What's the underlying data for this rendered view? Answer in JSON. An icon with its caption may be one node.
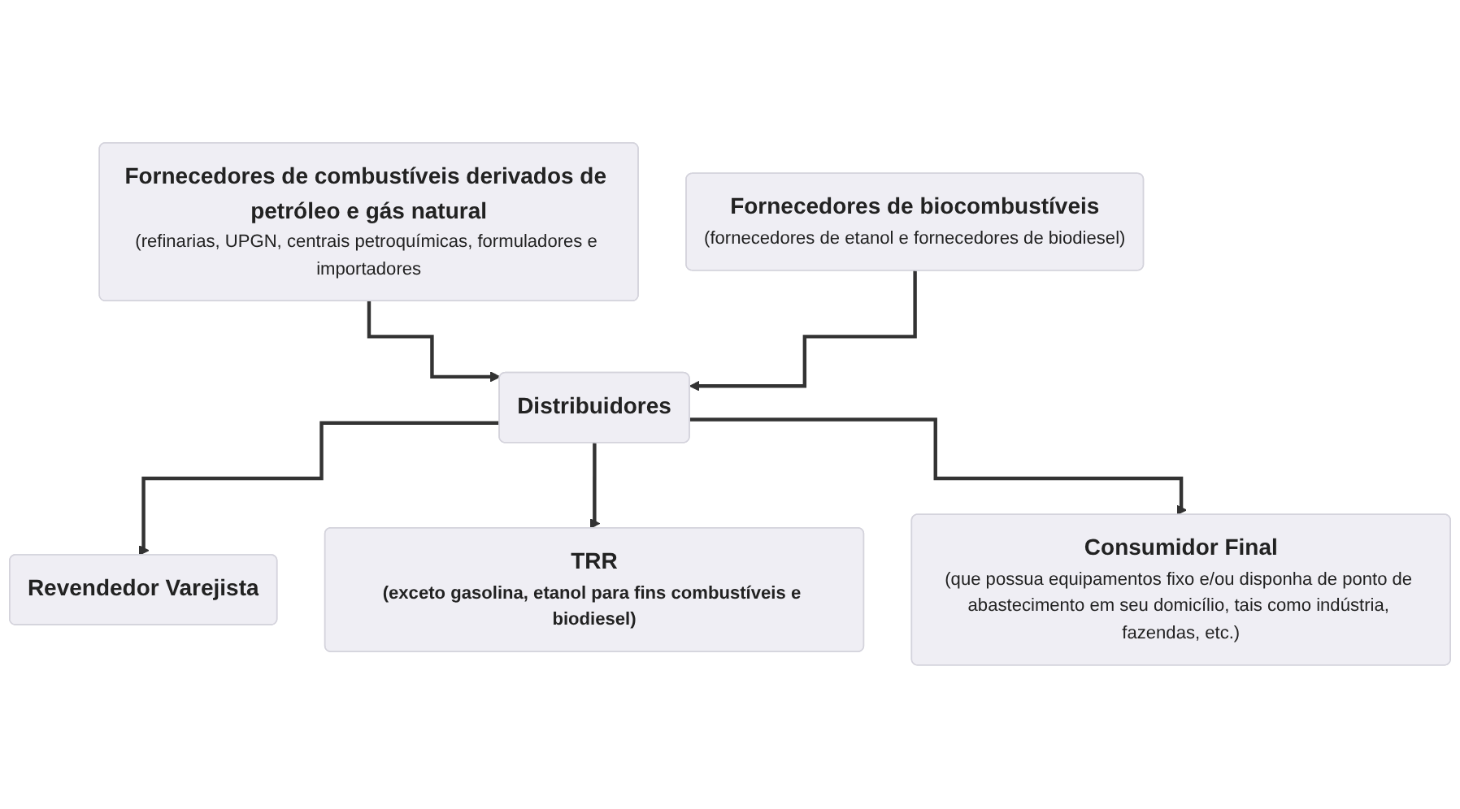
{
  "diagram": {
    "nodes": [
      {
        "text": [
          "Fornecedores de combustíveis derivados de petróleo e gás natural",
          "(refinarias, UPGN, centrais petroquímicas, formuladores e importadores"
        ]
      },
      {
        "text": [
          "Fornecedores de biocombustíveis",
          "(fornecedores de etanol e fornecedores de biodiesel)"
        ]
      },
      {
        "text": [
          "Distribuidores"
        ]
      },
      {
        "text": [
          "Revendedor Varejista"
        ]
      },
      {
        "text": [
          "TRR",
          "(exceto gasolina, etanol para fins combustíveis e biodiesel)"
        ]
      },
      {
        "text": [
          "Consumidor Final",
          "(que possua equipamentos fixo e/ou disponha de ponto de abastecimento em seu domicílio, tais como indústria, fazendas, etc.)"
        ]
      }
    ],
    "edges": [
      {
        "from": 0,
        "to": 2,
        "arrow": "to"
      },
      {
        "from": 1,
        "to": 2,
        "arrow": "to"
      },
      {
        "from": 2,
        "to": 3,
        "arrow": "to"
      },
      {
        "from": 2,
        "to": 4,
        "arrow": "to"
      },
      {
        "from": 2,
        "to": 5,
        "arrow": "to"
      }
    ]
  }
}
